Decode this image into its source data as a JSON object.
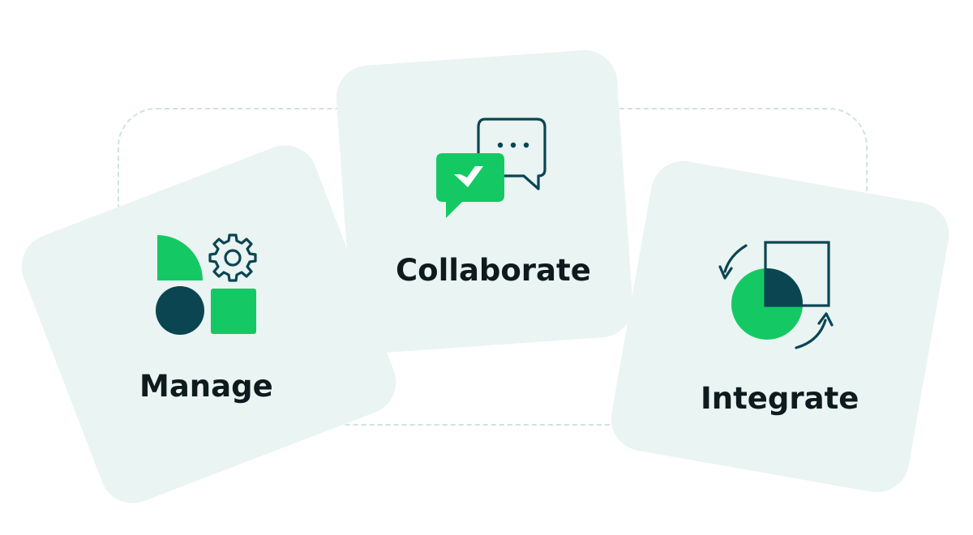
{
  "features": {
    "manage": {
      "label": "Manage",
      "icon": "shapes-gear-icon"
    },
    "collaborate": {
      "label": "Collaborate",
      "icon": "chat-bubbles-icon"
    },
    "integrate": {
      "label": "Integrate",
      "icon": "circle-square-sync-icon"
    }
  },
  "colors": {
    "card_background": "#eaf4f2",
    "dashed_border": "#cfe3e0",
    "brand_green": "#14c964",
    "dark_teal": "#0b4552",
    "text": "#0d1b1e"
  }
}
